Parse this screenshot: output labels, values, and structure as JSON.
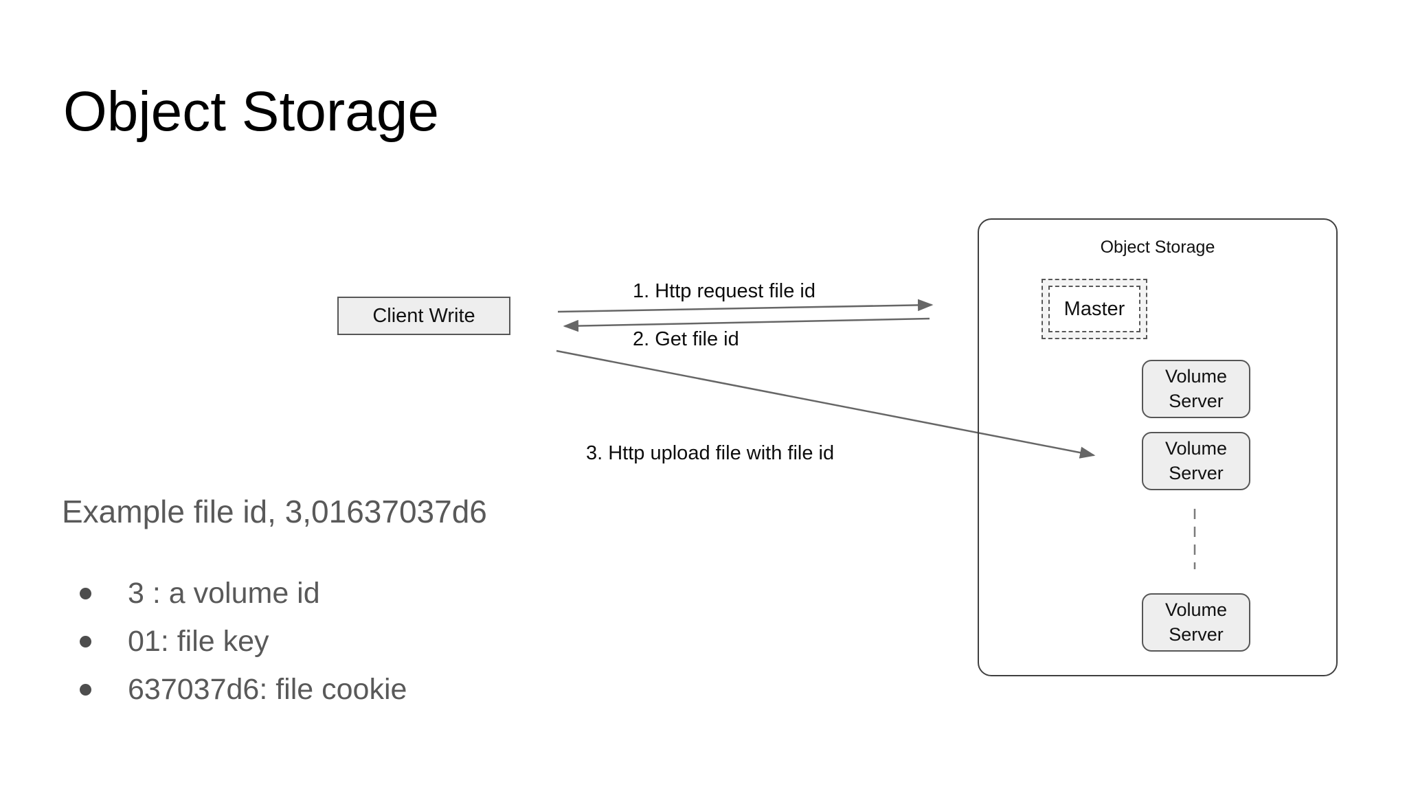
{
  "slide": {
    "title": "Object Storage"
  },
  "diagram": {
    "client_write": {
      "label": "Client Write"
    },
    "arrows": {
      "request": {
        "label": "1. Http request file id",
        "direction": "right"
      },
      "get": {
        "label": "2. Get file id",
        "direction": "left"
      },
      "upload": {
        "label": "3. Http upload file with file id",
        "direction": "right"
      }
    },
    "object_storage": {
      "label": "Object Storage",
      "master": {
        "label": "Master"
      },
      "volume_servers": [
        {
          "label": "Volume Server"
        },
        {
          "label": "Volume Server"
        },
        {
          "label": "Volume Server"
        }
      ]
    }
  },
  "example": {
    "heading": "Example file id, 3,01637037d6",
    "bullets": [
      {
        "text": "3 : a volume id"
      },
      {
        "text": "01: file key"
      },
      {
        "text": "637037d6: file cookie"
      }
    ]
  },
  "colors": {
    "title_text": "#000000",
    "body_gray_text": "#595959",
    "box_border": "#565656",
    "box_fill": "#eeeeee",
    "container_border": "#3f3f3f",
    "arrow_stroke": "#666666",
    "dashed_connector": "#7a7a7a"
  }
}
